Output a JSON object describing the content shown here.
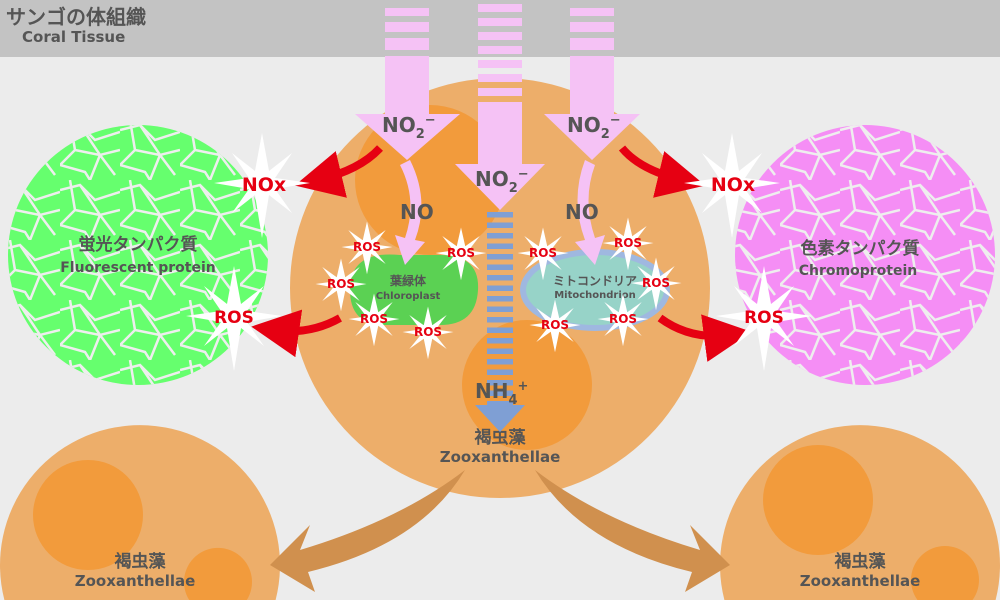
{
  "header": {
    "title_ja": "サンゴの体組織",
    "title_en": "Coral Tissue"
  },
  "arrows": {
    "no2": "NO",
    "no2_sub": "2",
    "no2_sup": "−",
    "no": "NO",
    "nh4": "NH",
    "nh4_sub": "4",
    "nh4_sup": "+",
    "nox": "NOx",
    "ros": "ROS"
  },
  "fluorescent": {
    "ja": "蛍光タンパク質",
    "en": "Fluorescent protein"
  },
  "chromo": {
    "ja": "色素タンパク質",
    "en": "Chromoprotein"
  },
  "chloroplast": {
    "ja": "葉緑体",
    "en": "Chloroplast"
  },
  "mitochondrion": {
    "ja": "ミトコンドリア",
    "en": "Mitochondrion"
  },
  "zoox": {
    "ja": "褐虫藻",
    "en": "Zooxanthellae"
  },
  "colors": {
    "tissue": "#c3c3c3",
    "cell": "#edae6a",
    "organelle": "#f29b3c",
    "green": "#66ff6e",
    "pink": "#f58ef5",
    "arrow_pink": "#f5c2f5",
    "red": "#e60012",
    "blue": "#7f9fd4"
  }
}
